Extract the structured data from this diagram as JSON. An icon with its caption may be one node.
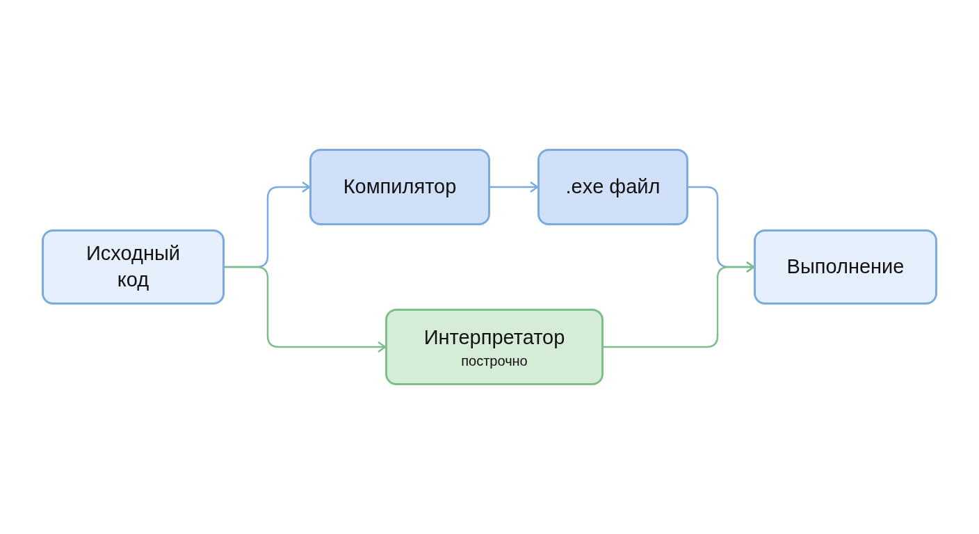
{
  "diagram": {
    "nodes": [
      {
        "text": [
          "Исходный код"
        ]
      },
      {
        "text": [
          "Компилятор"
        ]
      },
      {
        "text": [
          ".exe файл"
        ]
      },
      {
        "text": [
          "Выполнение"
        ]
      },
      {
        "text": [
          "Интерпретатор",
          "построчно"
        ]
      }
    ],
    "edges": [
      {
        "from": 0,
        "to": 1,
        "arrow": "to"
      },
      {
        "from": 1,
        "to": 2,
        "arrow": "to"
      },
      {
        "from": 2,
        "to": 3,
        "arrow": "to"
      },
      {
        "from": 0,
        "to": 4,
        "arrow": "to",
        "color": "#7cbf8a"
      },
      {
        "from": 4,
        "to": 3,
        "arrow": "to",
        "color": "#7cbf8a"
      }
    ]
  }
}
